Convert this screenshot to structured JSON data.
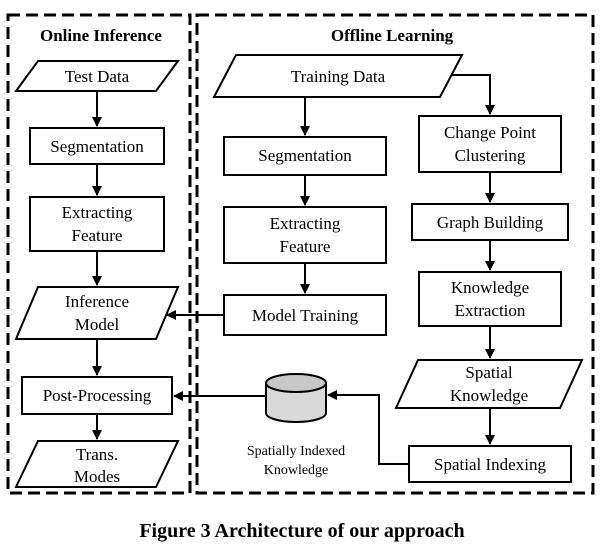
{
  "sections": {
    "online": "Online Inference",
    "offline": "Offline Learning"
  },
  "online_steps": {
    "test_data": "Test Data",
    "segmentation": "Segmentation",
    "extracting_feature": [
      "Extracting",
      "Feature"
    ],
    "inference_model": [
      "Inference",
      "Model"
    ],
    "post_processing": "Post-Processing",
    "trans_modes": [
      "Trans.",
      "Modes"
    ]
  },
  "offline_steps": {
    "training_data": "Training Data",
    "segmentation": "Segmentation",
    "extracting_feature": [
      "Extracting",
      "Feature"
    ],
    "model_training": "Model Training",
    "change_point_clustering": [
      "Change Point",
      "Clustering"
    ],
    "graph_building": "Graph Building",
    "knowledge_extraction": [
      "Knowledge",
      "Extraction"
    ],
    "spatial_knowledge": [
      "Spatial",
      "Knowledge"
    ],
    "spatial_indexing": "Spatial Indexing",
    "spatially_indexed_knowledge": [
      "Spatially Indexed",
      "Knowledge"
    ]
  },
  "caption": "Figure 3 Architecture of our approach"
}
